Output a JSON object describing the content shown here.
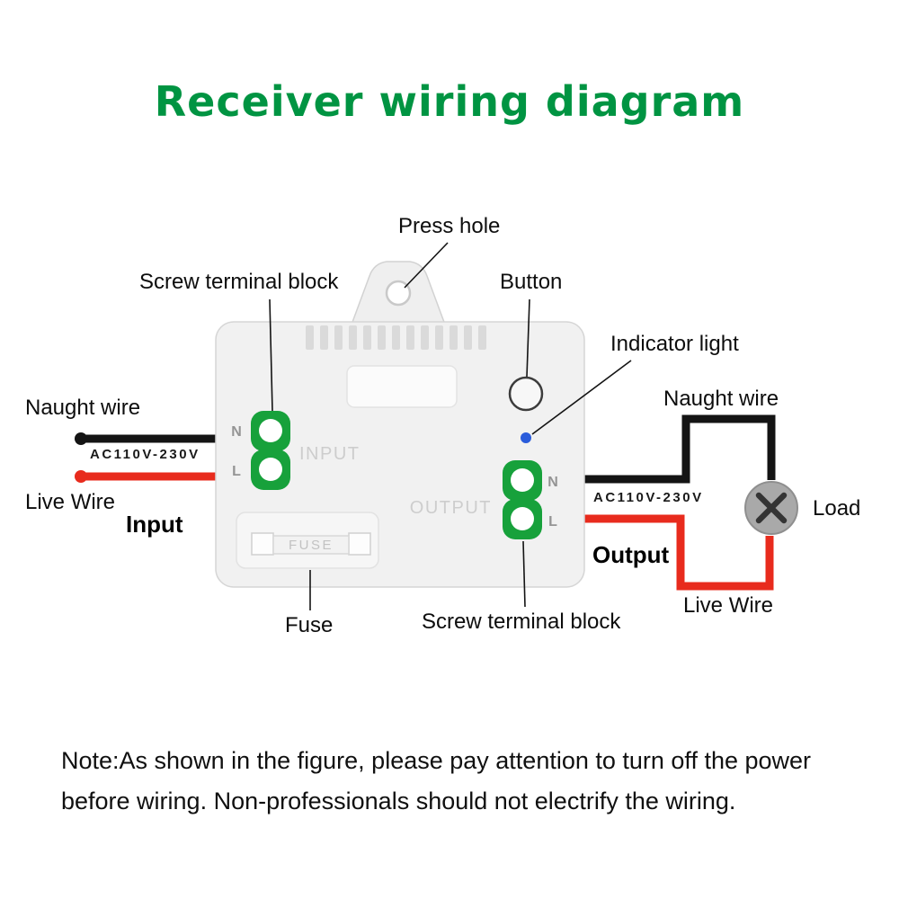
{
  "title": {
    "text": "Receiver wiring diagram"
  },
  "colors": {
    "title_green": "#009442",
    "terminal_green": "#17a13b",
    "wire_black": "#141414",
    "wire_red": "#e82b1d",
    "indicator_blue": "#2a5cdb",
    "device_body_gray": "#f1f1f1",
    "load_gray": "#a9a9a9"
  },
  "device": {
    "input_terminal": {
      "n": "N",
      "l": "L",
      "print": "INPUT"
    },
    "output_terminal": {
      "n": "N",
      "l": "L",
      "print": "OUTPUT"
    },
    "fuse_print": "FUSE"
  },
  "callouts": {
    "press_hole": "Press hole",
    "screw_terminal_top": "Screw terminal block",
    "button": "Button",
    "indicator_light": "Indicator light",
    "fuse": "Fuse",
    "screw_terminal_bottom": "Screw terminal block"
  },
  "input_side": {
    "naught_wire": "Naught wire",
    "voltage": "AC110V-230V",
    "live_wire": "Live Wire",
    "heading": "Input"
  },
  "output_side": {
    "naught_wire": "Naught wire",
    "voltage": "AC110V-230V",
    "live_wire": "Live Wire",
    "heading": "Output",
    "load": "Load"
  },
  "note": {
    "line1": "Note:As shown in the figure, please pay attention to turn off the power",
    "line2": "before wiring. Non-professionals should not electrify the wiring."
  }
}
